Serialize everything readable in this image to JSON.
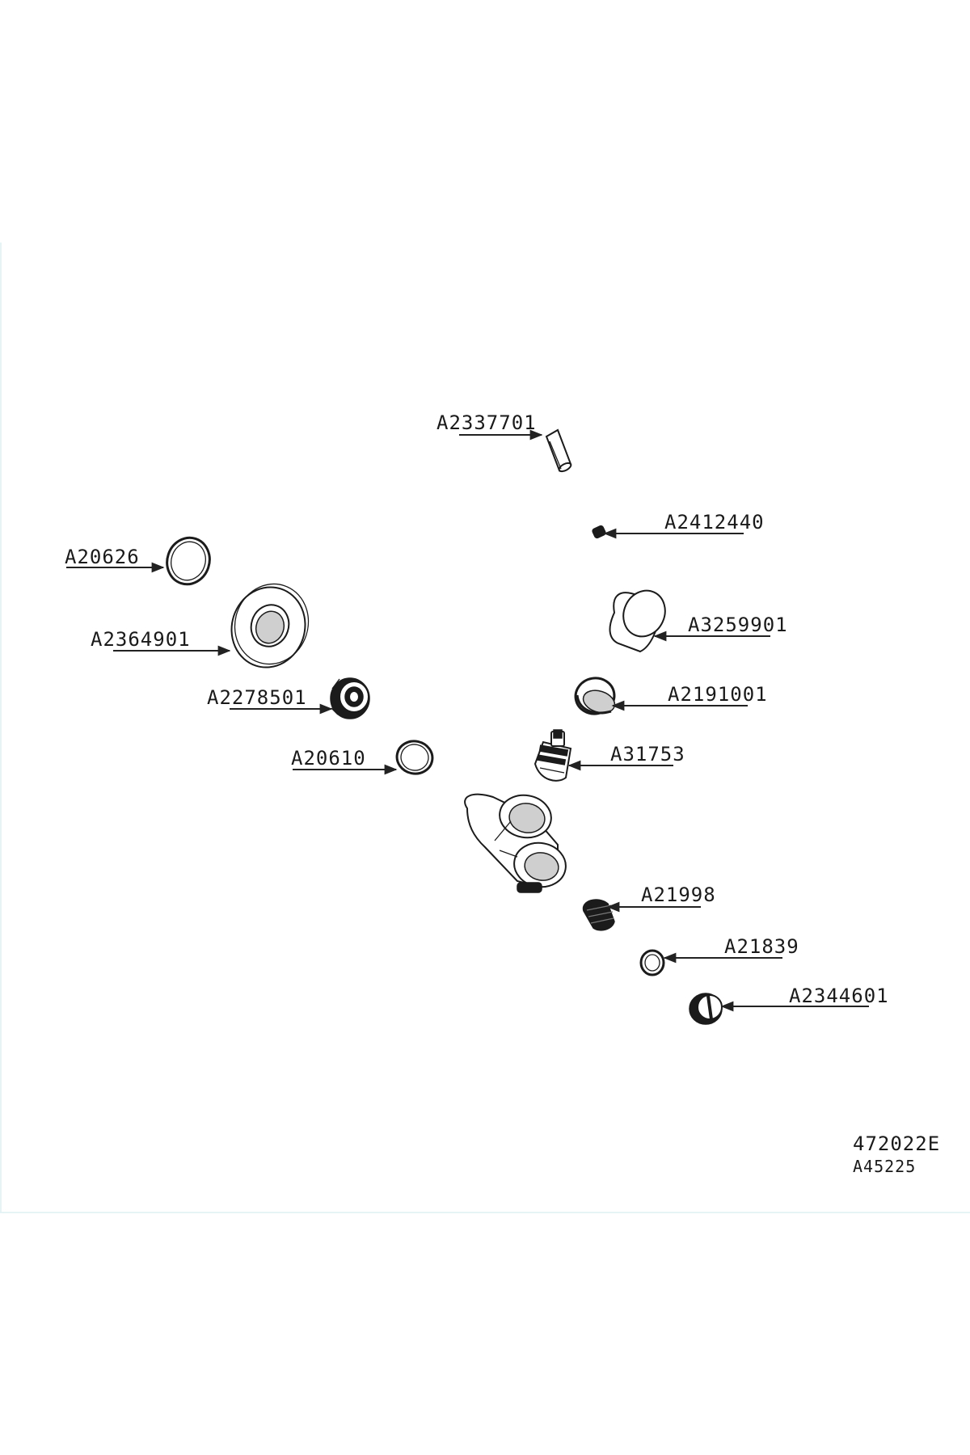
{
  "parts": [
    {
      "id": "cap",
      "number": "A2337701"
    },
    {
      "id": "grub-screw",
      "number": "A2412440"
    },
    {
      "id": "oring-large",
      "number": "A20626"
    },
    {
      "id": "escutcheon",
      "number": "A2364901"
    },
    {
      "id": "handle",
      "number": "A3259901"
    },
    {
      "id": "bushing",
      "number": "A2278501"
    },
    {
      "id": "sleeve-ring",
      "number": "A2191001"
    },
    {
      "id": "oring-medium",
      "number": "A20610"
    },
    {
      "id": "cartridge",
      "number": "A31753"
    },
    {
      "id": "filter",
      "number": "A21998"
    },
    {
      "id": "oring-small",
      "number": "A21839"
    },
    {
      "id": "plug",
      "number": "A2344601"
    }
  ],
  "drawing": {
    "number": "472022E",
    "assembly": "A45225"
  }
}
